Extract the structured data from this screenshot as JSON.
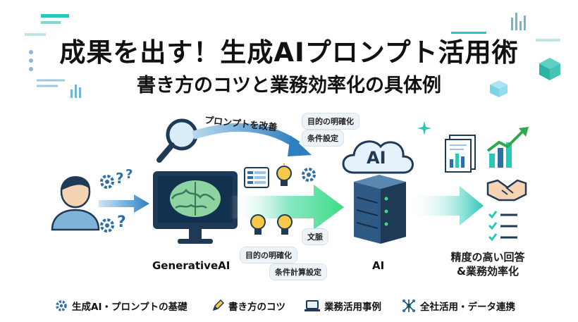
{
  "header": {
    "title": "成果を出す！生成AIプロンプト活用術",
    "subtitle": "書き方のコツと業務効率化の具体例"
  },
  "flow": {
    "improve_label": "プロンプトを改善",
    "tag_purpose_top": "目的の明確化",
    "tag_conditions_top": "条件設定",
    "tag_context": "文脈",
    "tag_purpose_bottom": "目的の明確化",
    "tag_conditions_bottom": "条件計算設定",
    "generative_label": "GenerativeAI",
    "ai_cloud_text": "AI",
    "ai_label": "AI",
    "result_line1": "精度の高い回答",
    "result_line2": "&業務効率化"
  },
  "legend": {
    "item1": "生成AI・プロンプトの基礎",
    "item2": "書き方のコツ",
    "item3": "業務活用事例",
    "item4": "全社活用・データ連携"
  },
  "colors": {
    "accent_teal": "#2cc7b8",
    "accent_green": "#3ddc84",
    "accent_blue": "#2f6fa8",
    "dark": "#1f3a57"
  }
}
